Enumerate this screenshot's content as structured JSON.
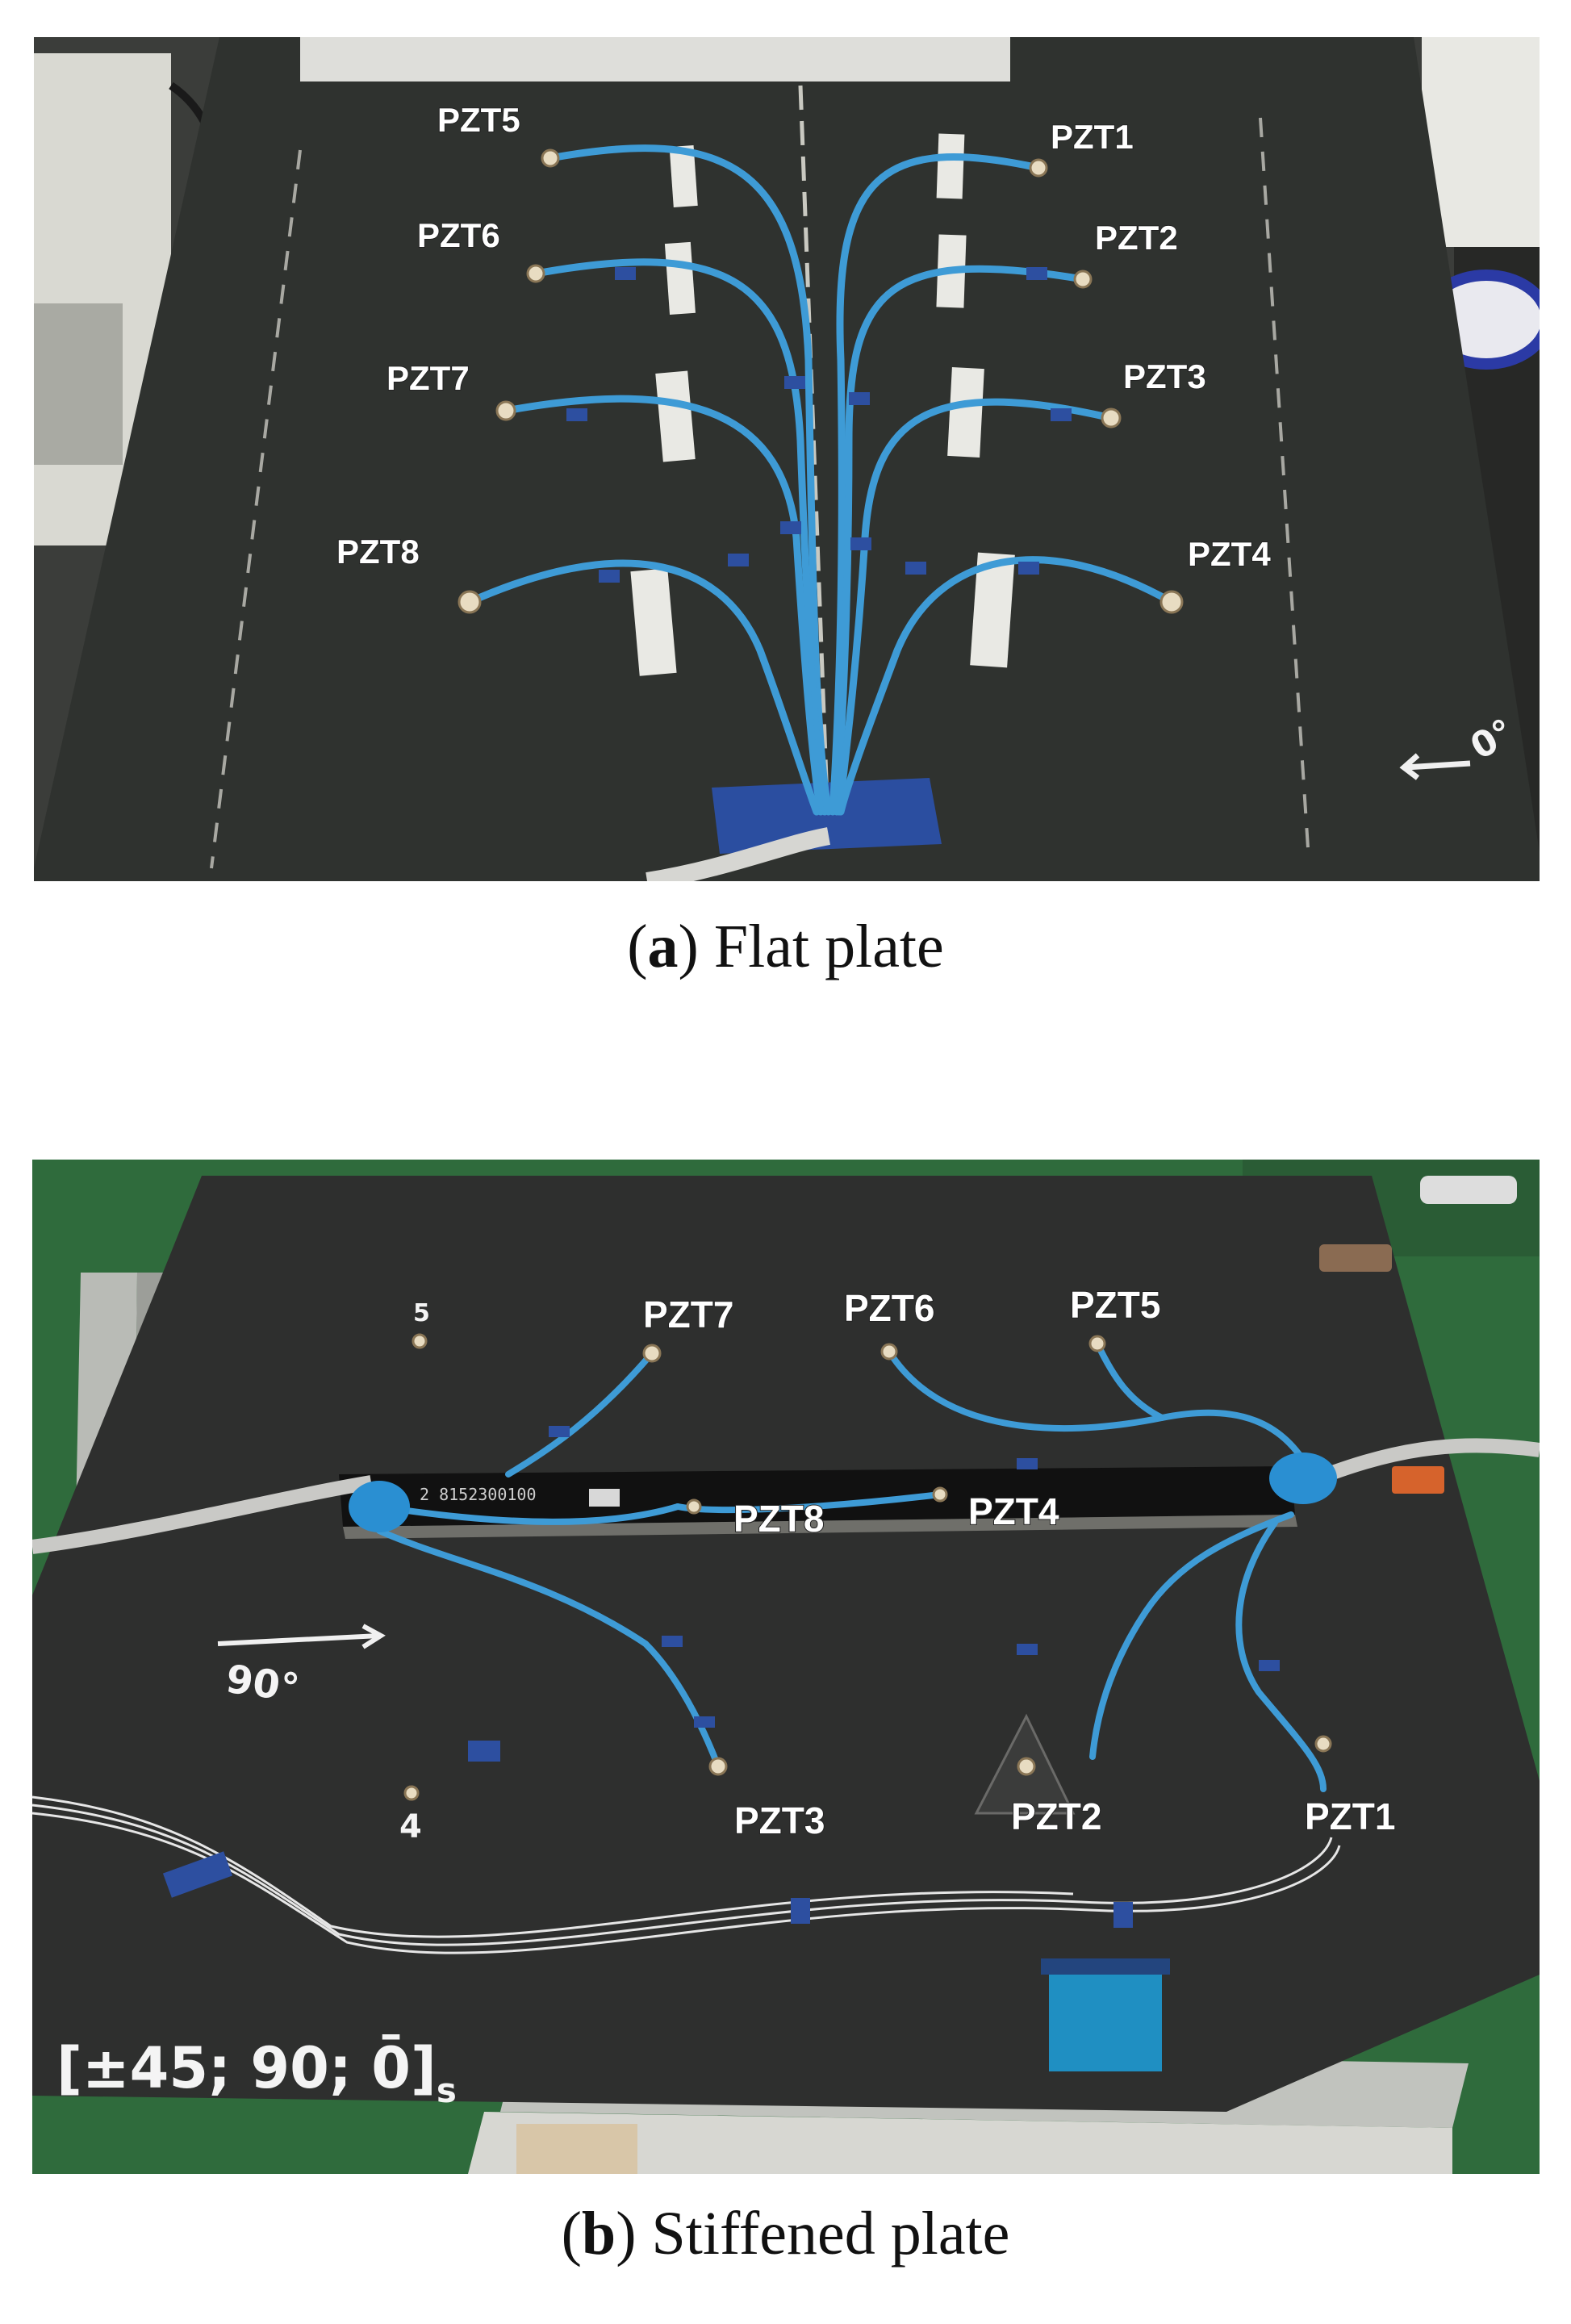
{
  "captions": {
    "a": {
      "letter": "a",
      "text": "Flat plate"
    },
    "b": {
      "letter": "b",
      "text": "Stiffened plate"
    }
  },
  "panel_a": {
    "sensors": [
      "PZT5",
      "PZT6",
      "PZT7",
      "PZT8",
      "PZT1",
      "PZT2",
      "PZT3",
      "PZT4"
    ],
    "orientation_note": "0°"
  },
  "panel_b": {
    "sensors": [
      "PZT7",
      "PZT6",
      "PZT5",
      "PZT8",
      "PZT4",
      "PZT3",
      "PZT2",
      "PZT1"
    ],
    "orientation_note": "90°",
    "stiffener_text": "2 8152300100",
    "marker_digits": [
      "5",
      "4"
    ],
    "layup": {
      "open": "[±45; 90; 0̄]",
      "subscript": "s"
    }
  },
  "colors": {
    "plate": "#2b2e2b",
    "wire": "#3e9bd6",
    "tape": "#2d4fa0",
    "bench_green": "#2f6b3c"
  }
}
